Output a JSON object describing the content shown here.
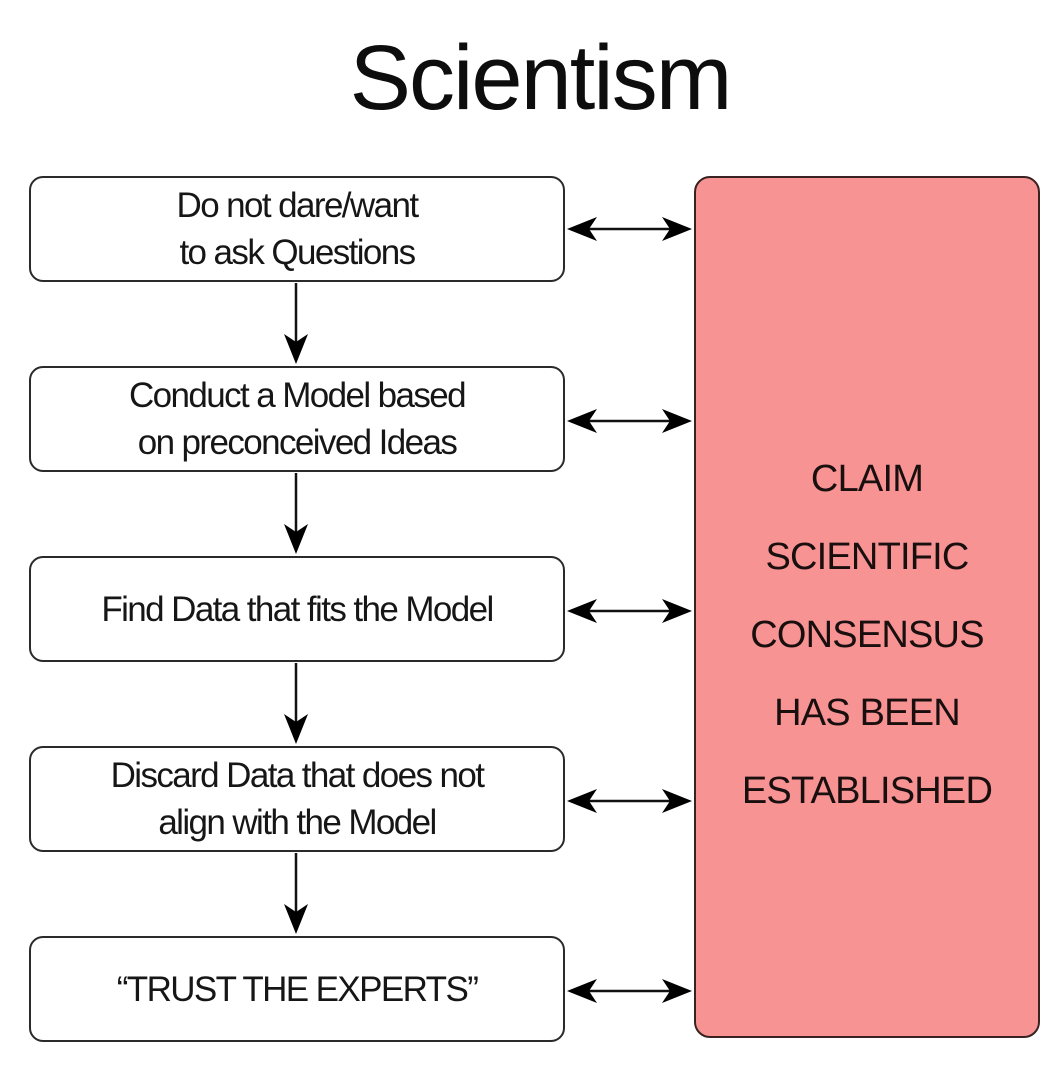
{
  "title": "Scientism",
  "steps": [
    {
      "label": "Do not dare/want\nto ask Questions"
    },
    {
      "label": "Conduct a Model based\non preconceived Ideas"
    },
    {
      "label": "Find Data that fits the Model"
    },
    {
      "label": "Discard Data that does not\nalign with the Model"
    },
    {
      "label": "“TRUST THE EXPERTS”"
    }
  ],
  "outcome": {
    "lines": [
      "CLAIM",
      "SCIENTIFIC",
      "CONSENSUS",
      "HAS BEEN",
      "ESTABLISHED"
    ],
    "color": "#f79393"
  },
  "connectors": {
    "flow": "each step points down to the next",
    "links": "each step has a two-way arrow to the outcome panel"
  }
}
